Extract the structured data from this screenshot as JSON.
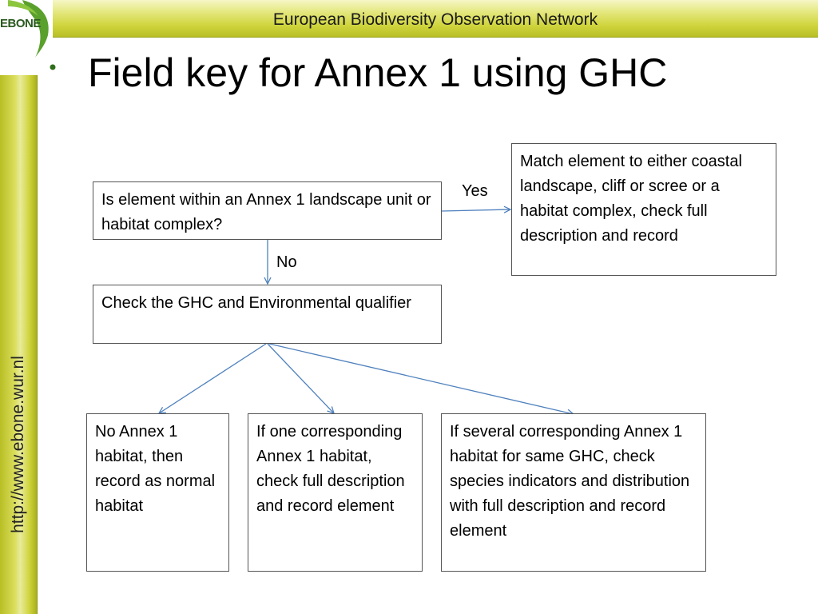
{
  "header": {
    "title": "European Biodiversity Observation Network",
    "logo_text": "EBONE"
  },
  "sidebar": {
    "url": "http://www.ebone.wur.nl"
  },
  "slide": {
    "title": "Field key for Annex 1 using GHC"
  },
  "flowchart": {
    "question": "Is element within an Annex 1 landscape unit or habitat complex?",
    "yes_label": "Yes",
    "no_label": "No",
    "yes_action": "Match element to either coastal landscape, cliff or scree or a habitat complex, check full description and record",
    "check": "Check the GHC and Environmental qualifier",
    "outcomes": [
      "No Annex 1 habitat, then record as normal habitat",
      "If one corresponding Annex 1 habitat, check full description and record element",
      "If several corresponding Annex 1 habitat for same GHC, check species indicators and distribution with full description and record element"
    ]
  },
  "colors": {
    "arrow": "#4f81bd",
    "band": "#cfd43c",
    "logo_green": "#5aa02c"
  }
}
